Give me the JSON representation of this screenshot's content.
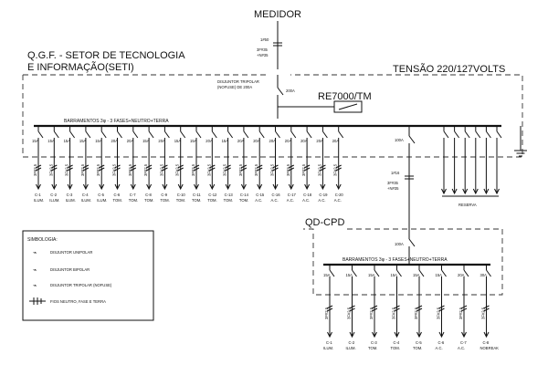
{
  "header": {
    "medidor": "MEDIDOR",
    "meter_cable": [
      "1#50",
      "3F#35",
      "+N#35"
    ],
    "qgf_line1": "Q.G.F. - SETOR DE TECNOLOGIA",
    "qgf_line2": "E INFORMAÇÃO(SETI)",
    "tensao": "TENSÃO 220/127VOLTS",
    "main_breaker_line1": "DISJUNTOR TRIPOLAR",
    "main_breaker_line2": "(NOFUSE) DE 200A",
    "main_breaker_rating": "200A",
    "relay": "RE7000/TM"
  },
  "qgf": {
    "busbar_label": "BARRAMENTOS 3φ - 3 FASES+NEUTRO+TERRA",
    "breakers": [
      "15A",
      "15A",
      "15A",
      "15A",
      "15A",
      "20A",
      "20A",
      "15A",
      "20A",
      "15A",
      "15A",
      "20A",
      "15A",
      "20A",
      "20A",
      "20A",
      "20A",
      "20A",
      "20A",
      "20A"
    ],
    "cables": [
      "3F#2,5",
      "3F#2,5",
      "3F#2,5",
      "3F#2,5",
      "3F#2,5",
      "3F#2,5",
      "3F#2,5",
      "3F#2,5",
      "3F#2,5",
      "3F#2,5",
      "3F#2,5",
      "3F#2,5",
      "3F#2,5",
      "3F#2,5",
      "3F#2,5",
      "3F#2,5",
      "3F#2,5",
      "3F#2,5",
      "3F#2,5",
      "3F#2,5"
    ],
    "circuits": [
      "C-1",
      "C-2",
      "C-3",
      "C-4",
      "C-5",
      "C-6",
      "C-7",
      "C-8",
      "C-9",
      "C-10",
      "C-11",
      "C-12",
      "C-13",
      "C-14",
      "C-15",
      "C-16",
      "C-17",
      "C-18",
      "C-19",
      "C-20"
    ],
    "loads": [
      "ILUM.",
      "ILUM.",
      "ILUM.",
      "ILUM.",
      "ILUM.",
      "TOM.",
      "TOM.",
      "TOM.",
      "TOM.",
      "TOM.",
      "TOM.",
      "TOM.",
      "TOM.",
      "TOM.",
      "A.C.",
      "A.C.",
      "A.C.",
      "A.C.",
      "A.C.",
      "A.C."
    ],
    "feeder_breaker": "100A",
    "feeder_cable": [
      "1#16",
      "3F#35",
      "+N#35"
    ],
    "reserva": "RESERVA"
  },
  "qdcpd": {
    "title": "QD-CPD",
    "main_breaker": "100A",
    "busbar_label": "BARRAMENTOS 3φ   -   3 FASES+NEUTRO+TERRA",
    "breakers": [
      "15A",
      "15A",
      "15A",
      "15A",
      "15A",
      "15A",
      "20A",
      "30A"
    ],
    "cables": [
      "3F#2,5",
      "3F#2,5",
      "3F#2,5",
      "3F#2,5",
      "3F#2,5",
      "3F#2,5",
      "3F#2,5",
      "3F#2,5"
    ],
    "circuits": [
      "C-1",
      "C-2",
      "C-3",
      "C-4",
      "C-5",
      "C-6",
      "C-7",
      "C-8"
    ],
    "loads": [
      "ILUM.",
      "ILUM.",
      "TOM.",
      "TOM.",
      "TOM.",
      "A.C.",
      "A.C.",
      "NOBREAK"
    ]
  },
  "legend": {
    "title": "SIMBOLOGIA:",
    "items": [
      "DISJUNTOR UNIPOLAR",
      "DISJUNTOR BIPOLAR",
      "DISJUNTOR TRIPOLAR (NOFUSE)",
      "FIOS NEUTRO, FASE E TERRA"
    ]
  }
}
